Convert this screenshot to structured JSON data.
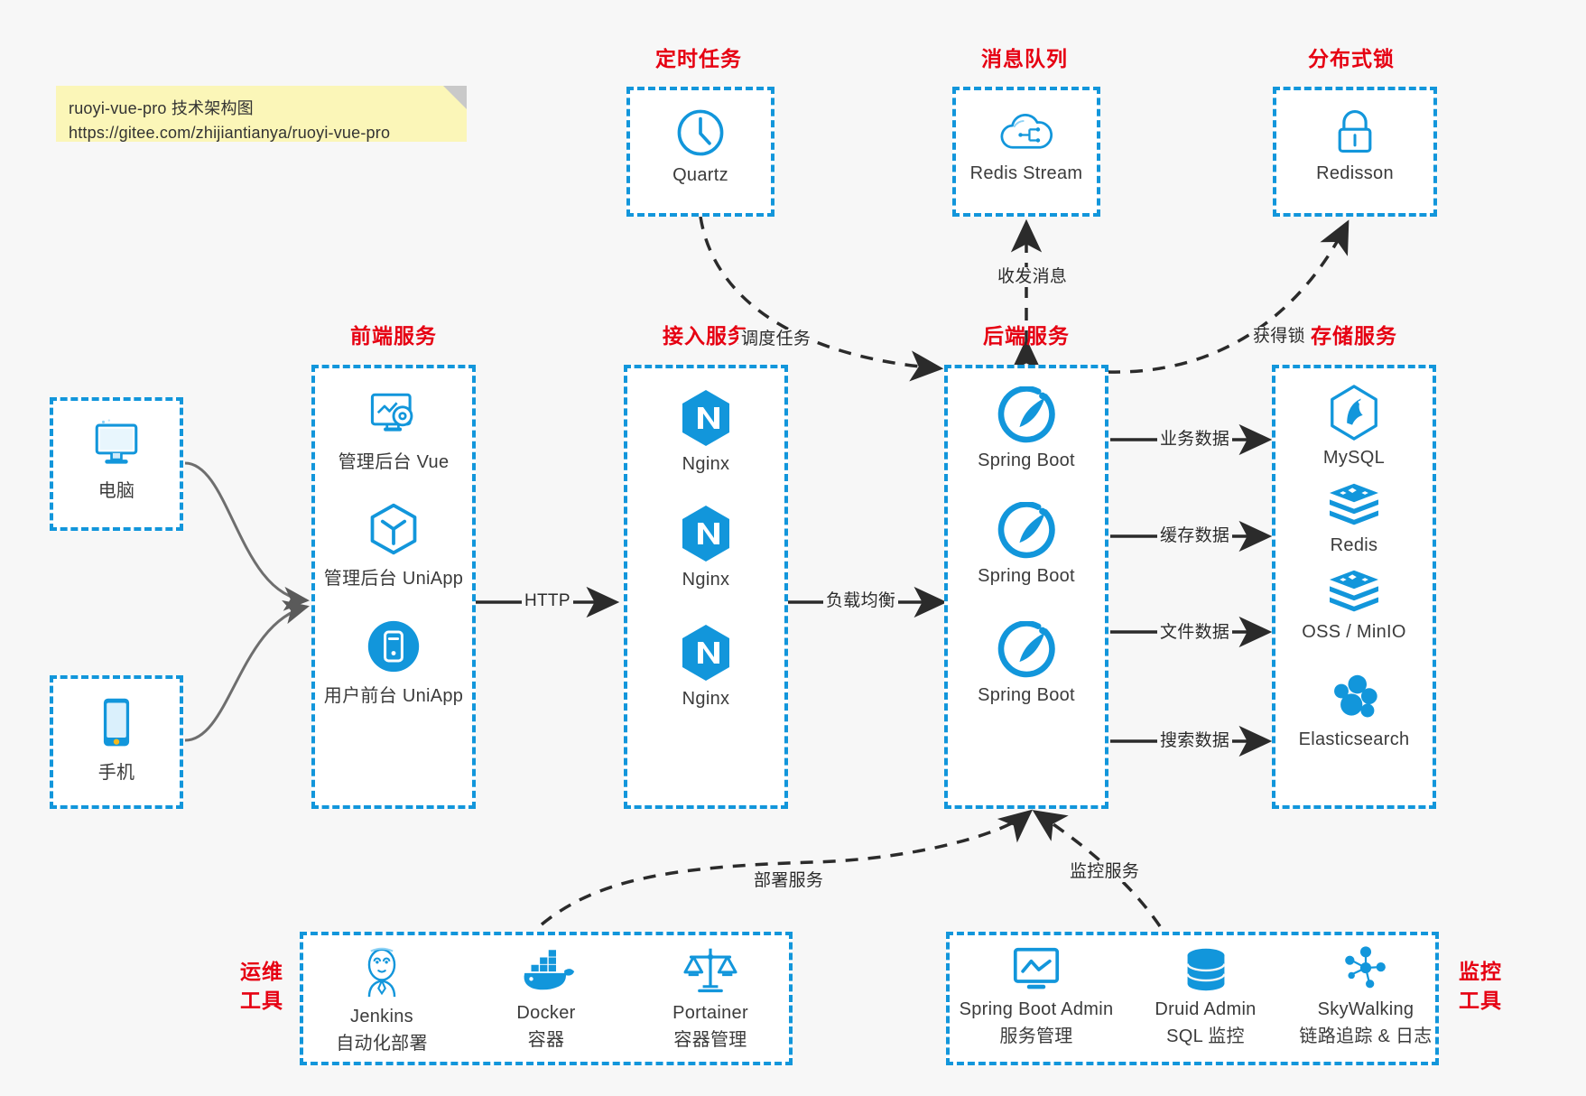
{
  "note": {
    "line1": "ruoyi-vue-pro 技术架构图",
    "line2": "https://gitee.com/zhijiantianya/ruoyi-vue-pro"
  },
  "colors": {
    "accent_blue": "#1296db",
    "title_red": "#e60012",
    "note_yellow": "#fbf6b8",
    "background": "#f7f7f7",
    "arrow_dark": "#2b2b2b",
    "text": "#3b3b3b"
  },
  "groups": {
    "scheduled_task": {
      "title": "定时任务"
    },
    "message_queue": {
      "title": "消息队列"
    },
    "distributed_lock": {
      "title": "分布式锁"
    },
    "frontend": {
      "title": "前端服务"
    },
    "gateway": {
      "title": "接入服务"
    },
    "backend": {
      "title": "后端服务"
    },
    "storage": {
      "title": "存储服务"
    },
    "devops": {
      "title": "运维\n工具",
      "line1": "运维",
      "line2": "工具"
    },
    "monitor": {
      "title": "监控\n工具",
      "line1": "监控",
      "line2": "工具"
    }
  },
  "clients": [
    {
      "label": "电脑",
      "icon": "desktop-computer-icon"
    },
    {
      "label": "手机",
      "icon": "mobile-phone-icon"
    }
  ],
  "scheduled_task_nodes": [
    {
      "label": "Quartz",
      "icon": "clock-icon"
    }
  ],
  "message_queue_nodes": [
    {
      "label": "Redis Stream",
      "icon": "cloud-stream-icon"
    }
  ],
  "distributed_lock_nodes": [
    {
      "label": "Redisson",
      "icon": "lock-icon"
    }
  ],
  "frontend_nodes": [
    {
      "label": "管理后台 Vue",
      "icon": "monitor-settings-icon"
    },
    {
      "label": "管理后台 UniApp",
      "icon": "uniapp-cube-icon"
    },
    {
      "label": "用户前台 UniApp",
      "icon": "mobile-app-icon"
    }
  ],
  "gateway_nodes": [
    {
      "label": "Nginx",
      "icon": "nginx-icon"
    },
    {
      "label": "Nginx",
      "icon": "nginx-icon"
    },
    {
      "label": "Nginx",
      "icon": "nginx-icon"
    }
  ],
  "backend_nodes": [
    {
      "label": "Spring Boot",
      "icon": "spring-boot-icon"
    },
    {
      "label": "Spring Boot",
      "icon": "spring-boot-icon"
    },
    {
      "label": "Spring Boot",
      "icon": "spring-boot-icon"
    }
  ],
  "storage_nodes": [
    {
      "label": "MySQL",
      "icon": "mysql-dolphin-icon"
    },
    {
      "label": "Redis",
      "icon": "redis-stack-icon"
    },
    {
      "label": "OSS / MinIO",
      "icon": "object-storage-icon"
    },
    {
      "label": "Elasticsearch",
      "icon": "elasticsearch-icon"
    }
  ],
  "devops_nodes": [
    {
      "label": "Jenkins",
      "sublabel": "自动化部署",
      "icon": "jenkins-butler-icon"
    },
    {
      "label": "Docker",
      "sublabel": "容器",
      "icon": "docker-whale-icon"
    },
    {
      "label": "Portainer",
      "sublabel": "容器管理",
      "icon": "scales-icon"
    }
  ],
  "monitor_nodes": [
    {
      "label": "Spring Boot Admin",
      "sublabel": "服务管理",
      "icon": "monitor-chart-icon"
    },
    {
      "label": "Druid Admin",
      "sublabel": "SQL 监控",
      "icon": "database-cylinder-icon"
    },
    {
      "label": "SkyWalking",
      "sublabel": "链路追踪 & 日志",
      "icon": "network-nodes-icon"
    }
  ],
  "edges": [
    {
      "label": "调度任务",
      "from": "scheduled_task",
      "to": "backend",
      "style": "dashed"
    },
    {
      "label": "收发消息",
      "from": "backend",
      "to": "message_queue",
      "style": "dashed-bidirectional"
    },
    {
      "label": "获得锁",
      "from": "backend",
      "to": "distributed_lock",
      "style": "dashed"
    },
    {
      "label": "HTTP",
      "from": "frontend",
      "to": "gateway",
      "style": "solid"
    },
    {
      "label": "负载均衡",
      "from": "gateway",
      "to": "backend",
      "style": "solid"
    },
    {
      "label": "业务数据",
      "from": "backend",
      "to": "mysql",
      "style": "solid"
    },
    {
      "label": "缓存数据",
      "from": "backend",
      "to": "redis",
      "style": "solid"
    },
    {
      "label": "文件数据",
      "from": "backend",
      "to": "oss",
      "style": "solid"
    },
    {
      "label": "搜索数据",
      "from": "backend",
      "to": "elasticsearch",
      "style": "solid"
    },
    {
      "label": "部署服务",
      "from": "devops",
      "to": "backend",
      "style": "dashed"
    },
    {
      "label": "监控服务",
      "from": "monitor",
      "to": "backend",
      "style": "dashed"
    }
  ]
}
